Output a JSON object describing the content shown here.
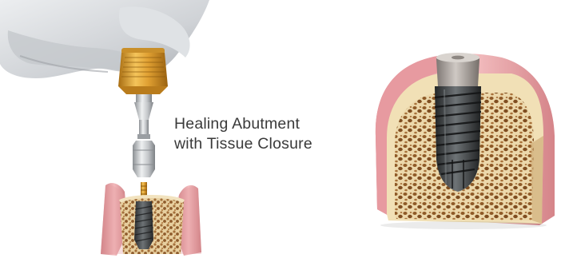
{
  "caption": {
    "line1": "Healing Abutment",
    "line2": "with Tissue Closure"
  },
  "colors": {
    "glove": "#d4d6d9",
    "gold_driver": "#d79a2c",
    "steel": "#b9bcbf",
    "gum": "#e8a2a6",
    "bone_cortex": "#efdcb0",
    "bone_cancellous": "#b9854f",
    "implant": "#3f4345",
    "abutment": "#a6a09b",
    "caption_text": "#3a3a3a"
  },
  "icons": [
    "glove-hand",
    "driver-tool",
    "healing-abutment",
    "dental-implant",
    "gum-tissue",
    "bone-section"
  ]
}
